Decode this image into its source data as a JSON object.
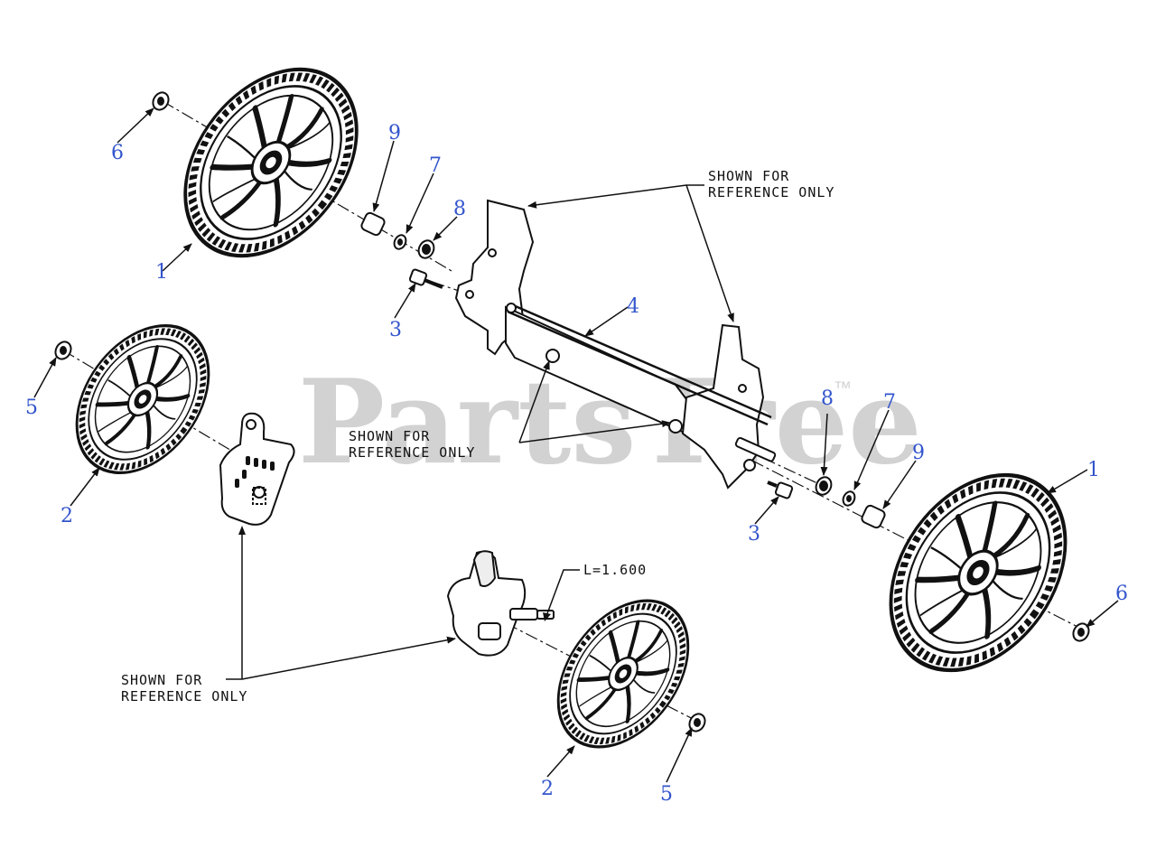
{
  "watermark": {
    "brand": "PartsTree",
    "trademark": "™",
    "color": "#d2d2d2"
  },
  "colors": {
    "callout": "#3355cc",
    "line": "#111111"
  },
  "notes": {
    "reference_top": [
      "SHOWN FOR",
      "REFERENCE ONLY"
    ],
    "reference_middle": [
      "SHOWN FOR",
      "REFERENCE ONLY"
    ],
    "reference_bottom": [
      "SHOWN FOR",
      "REFERENCE ONLY"
    ],
    "length": "L=1.600"
  },
  "callouts": [
    {
      "id": "c1a",
      "label": "1"
    },
    {
      "id": "c1b",
      "label": "1"
    },
    {
      "id": "c2a",
      "label": "2"
    },
    {
      "id": "c2b",
      "label": "2"
    },
    {
      "id": "c3a",
      "label": "3"
    },
    {
      "id": "c3b",
      "label": "3"
    },
    {
      "id": "c4",
      "label": "4"
    },
    {
      "id": "c5a",
      "label": "5"
    },
    {
      "id": "c5b",
      "label": "5"
    },
    {
      "id": "c6a",
      "label": "6"
    },
    {
      "id": "c6b",
      "label": "6"
    },
    {
      "id": "c7a",
      "label": "7"
    },
    {
      "id": "c7b",
      "label": "7"
    },
    {
      "id": "c8a",
      "label": "8"
    },
    {
      "id": "c8b",
      "label": "8"
    },
    {
      "id": "c9a",
      "label": "9"
    },
    {
      "id": "c9b",
      "label": "9"
    }
  ]
}
